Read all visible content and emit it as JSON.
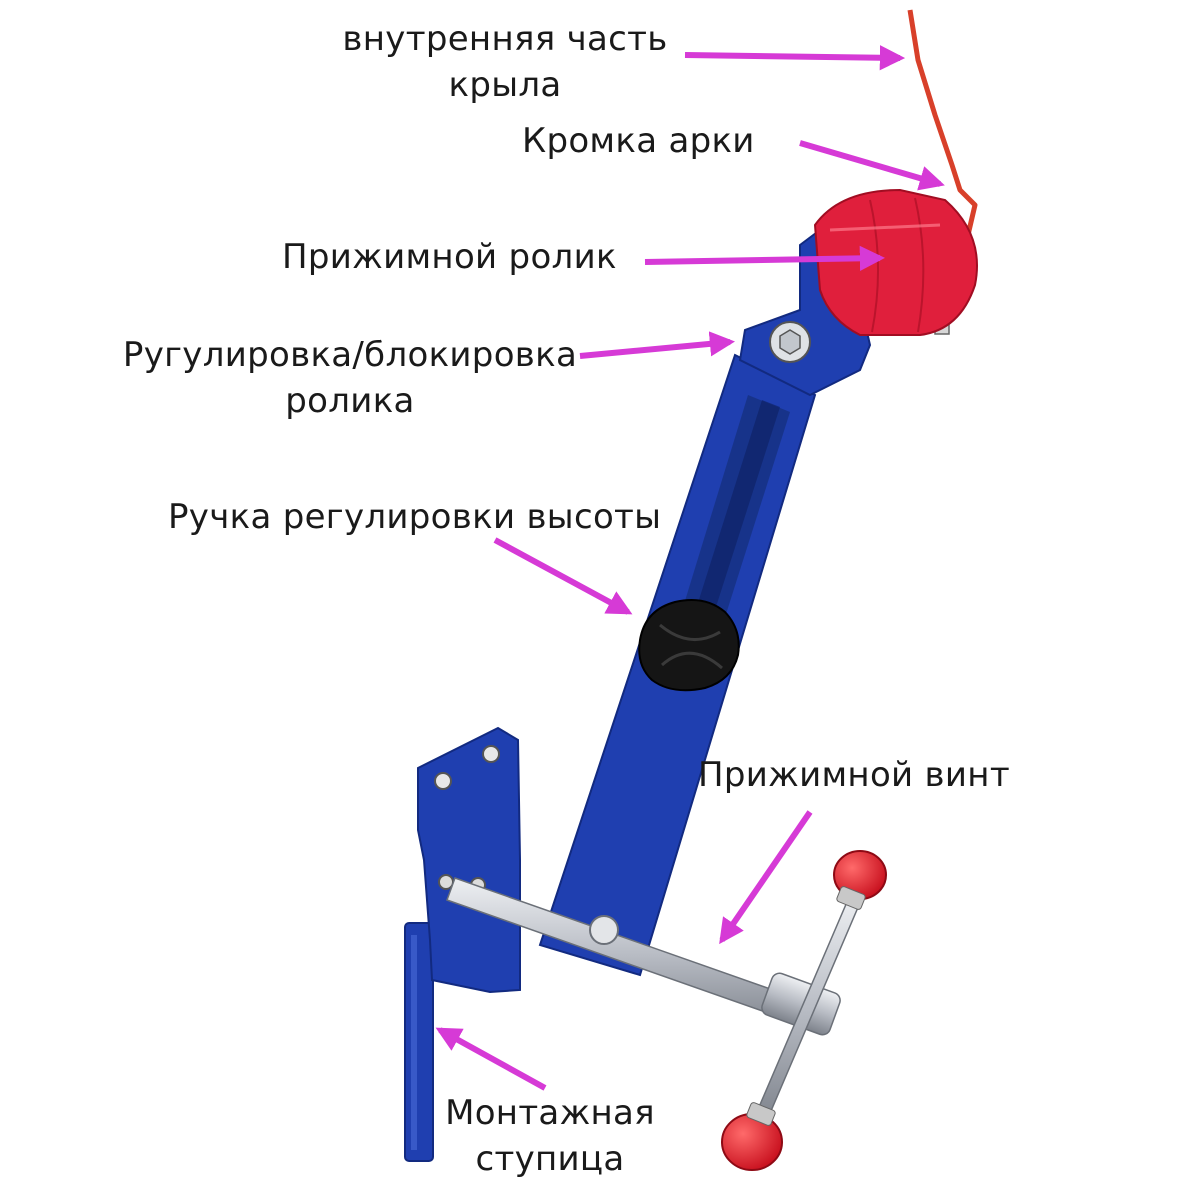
{
  "labels": {
    "fender_inner_l1": "внутренняя часть",
    "fender_inner_l2": "крыла",
    "arch_edge": "Кромка арки",
    "pressure_roller": "Прижимной ролик",
    "roller_adjust_l1": "Ругулировка/блокировка",
    "roller_adjust_l2": "ролика",
    "height_knob": "Ручка регулировки высоты",
    "clamp_screw": "Прижимной винт",
    "mount_hub_l1": "Монтажная",
    "mount_hub_l2": "ступица"
  },
  "colors": {
    "arrow": "#d63ad6",
    "arm_blue": "#1f3fb0",
    "arm_blue_dark": "#122a80",
    "roller_red": "#e01f3c",
    "fender_red": "#d8402a",
    "knob_black": "#151515",
    "rod_steel": "#b8bcc4"
  }
}
